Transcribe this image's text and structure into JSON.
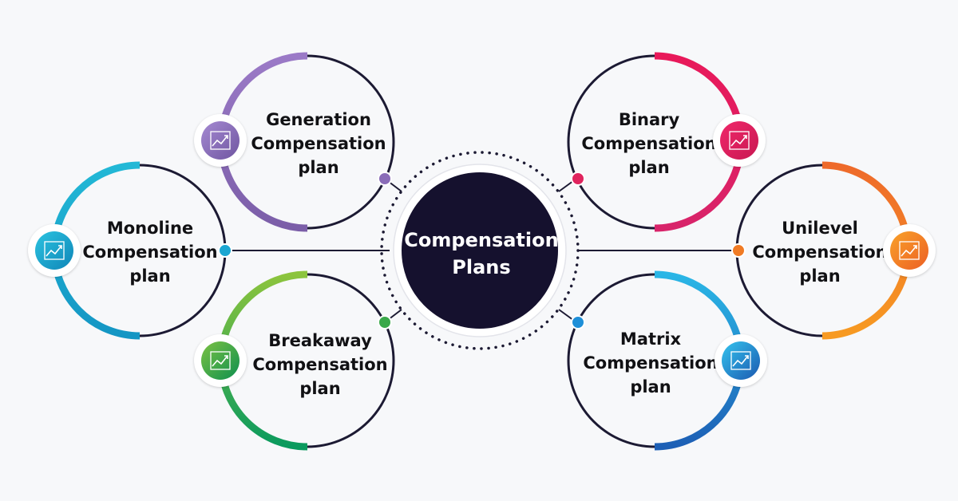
{
  "center": {
    "line1": "Compensation",
    "line2": "Plans",
    "color": "#15112e"
  },
  "plans": [
    {
      "line1": "Generation",
      "line2": "Compensation",
      "line3": "plan",
      "icon": "chart-trend-icon",
      "color": "#8a6cb8"
    },
    {
      "line1": "Binary",
      "line2": "Compensation",
      "line3": "plan",
      "icon": "chart-trend-icon",
      "color": "#e0245e"
    },
    {
      "line1": "Monoline",
      "line2": "Compensation",
      "line3": "plan",
      "icon": "chart-trend-icon",
      "color": "#1ba6d2"
    },
    {
      "line1": "Unilevel",
      "line2": "Compensation",
      "line3": "plan",
      "icon": "chart-trend-icon",
      "color": "#f07b25"
    },
    {
      "line1": "Breakaway",
      "line2": "Compensation",
      "line3": "plan",
      "icon": "chart-trend-icon",
      "color": "#3aa84a"
    },
    {
      "line1": "Matrix",
      "line2": "Compensation",
      "line3": "plan",
      "icon": "chart-trend-icon",
      "color": "#1e8fd8"
    }
  ]
}
